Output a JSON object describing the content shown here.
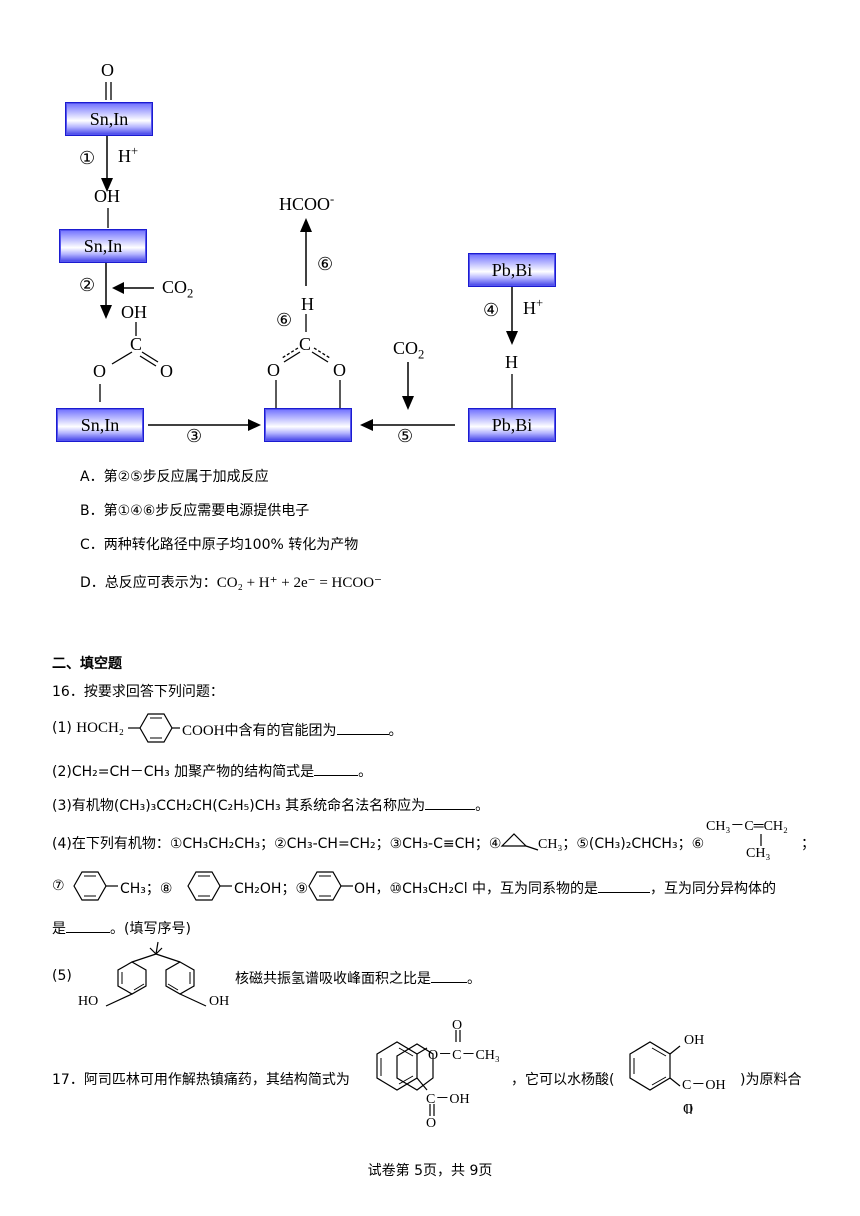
{
  "diagram": {
    "box_sn_in_1": "Sn,In",
    "box_sn_in_2": "Sn,In",
    "box_sn_in_3": "Sn,In",
    "box_pb_bi_1": "Pb,Bi",
    "box_pb_bi_2": "Pb,Bi",
    "o_top": "O",
    "step1": "①",
    "h_plus_1": "H",
    "plus_sign": "+",
    "oh": "OH",
    "step2": "②",
    "co2_a": "CO",
    "two": "2",
    "oh2": "OH",
    "c_atom": "C",
    "o_left": "O",
    "o_right": "O",
    "step3": "③",
    "hcoo": "HCOO",
    "minus_sign": "-",
    "step6a": "⑥",
    "step6b": "⑥",
    "h_atom": "H",
    "c_center": "C",
    "o_l2": "O",
    "o_r2": "O",
    "co2_b": "CO",
    "step5": "⑤",
    "step4": "④",
    "h_plus_2": "H",
    "h_pb": "H"
  },
  "options": {
    "a": "A．第②⑤步反应属于加成反应",
    "b": "B．第①④⑥步反应需要电源提供电子",
    "c": "C．两种转化路径中原子均100% 转化为产物",
    "d_prefix": "D．总反应可表示为：",
    "d_eq": "CO₂ + H⁺ + 2e⁻ = HCOO⁻"
  },
  "section": "二、填空题",
  "q16": {
    "stem": "16．按要求回答下列问题：",
    "p1_num": "(1)",
    "p1_left": "HOCH₂",
    "p1_right": "COOH",
    "p1_text": "中含有的官能团为",
    "p1_end": "。",
    "p2_text": "(2)CH₂=CH－CH₃ 加聚产物的结构简式是",
    "p2_end": "。",
    "p3_text": "(3)有机物(CH₃)₃CCH₂CH(C₂H₅)CH₃ 其系统命名法名称应为",
    "p3_end": "。",
    "p4_text": "(4)在下列有机物：①CH₃CH₂CH₃；②CH₃-CH=CH₂；③CH₃-C≡CH；④",
    "p4_ch3": "CH₃",
    "p4_text2": "；⑤(CH₃)₂CHCH₃；⑥",
    "p4_six_top": "CH₃－C═CH₂",
    "p4_six_bottom": "CH₃",
    "p4_semi": "；",
    "p4b_7": "⑦",
    "p4b_7r": "CH₃；⑧",
    "p4b_8r": "CH₂OH；⑨",
    "p4b_9r": "OH，⑩CH₃CH₂Cl 中，互为同系物的是",
    "p4b_mid": "，互为同分异构体的",
    "p4c_text": "是",
    "p4c_end": "。(填写序号)",
    "p5_num": "(5)",
    "p5_ho_left": "HO",
    "p5_oh_right": "OH",
    "p5_text": "核磁共振氢谱吸收峰面积之比是",
    "p5_end": "。"
  },
  "q17": {
    "text1": "17．阿司匹林可用作解热镇痛药，其结构简式为",
    "o_top": "O",
    "ester": "O－C－CH₃",
    "acid": "C－OH",
    "o_bottom": "O",
    "text2": "，它可以水杨酸(",
    "sal_oh": "OH",
    "sal_acid": "C－OH",
    "sal_o": "O",
    "text3": ")为原料合"
  },
  "footer": "试卷第 5页，共 9页"
}
